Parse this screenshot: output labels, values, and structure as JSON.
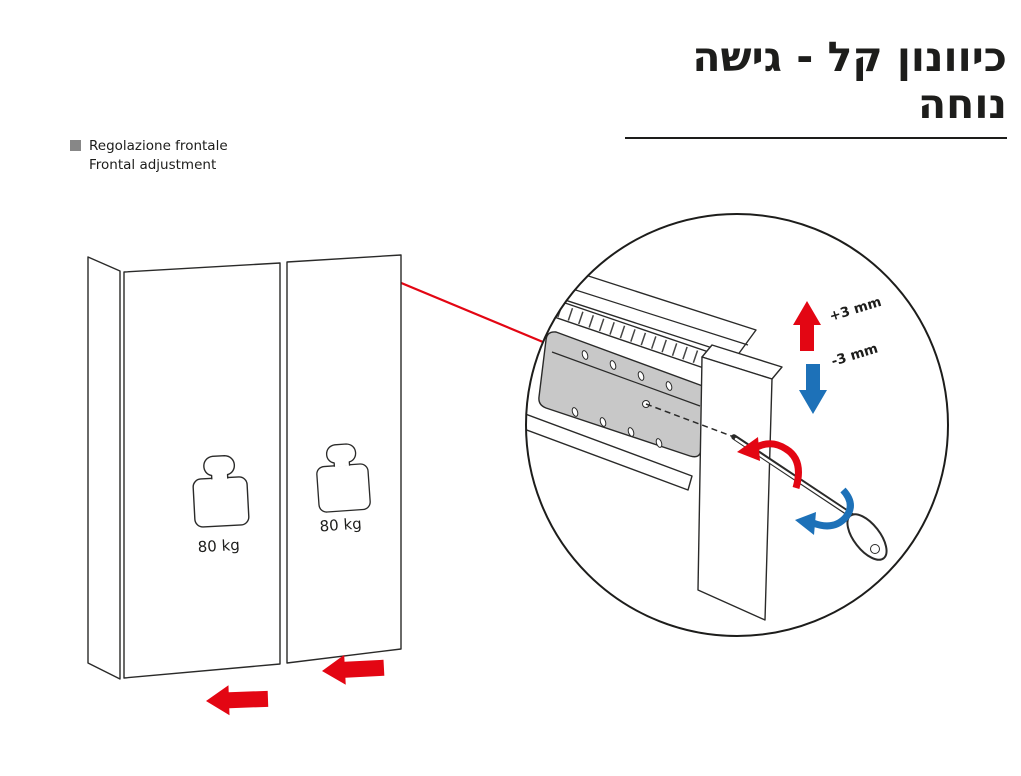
{
  "header": {
    "title": "כיוונון קל - גישה נוחה"
  },
  "legend": {
    "line1": "Regolazione frontale",
    "line2": "Frontal adjustment"
  },
  "cabinet": {
    "doors": [
      {
        "weight_label": "80 kg"
      },
      {
        "weight_label": "80 kg"
      }
    ]
  },
  "detail": {
    "adjustment_up_label": "+3 mm",
    "adjustment_down_label": "-3 mm"
  },
  "colors": {
    "accent_red": "#e30613",
    "accent_blue": "#1d71b8",
    "line": "#1d1d1b",
    "slide_cover_gray": "#c8c8c8",
    "legend_marker_gray": "#878787"
  }
}
